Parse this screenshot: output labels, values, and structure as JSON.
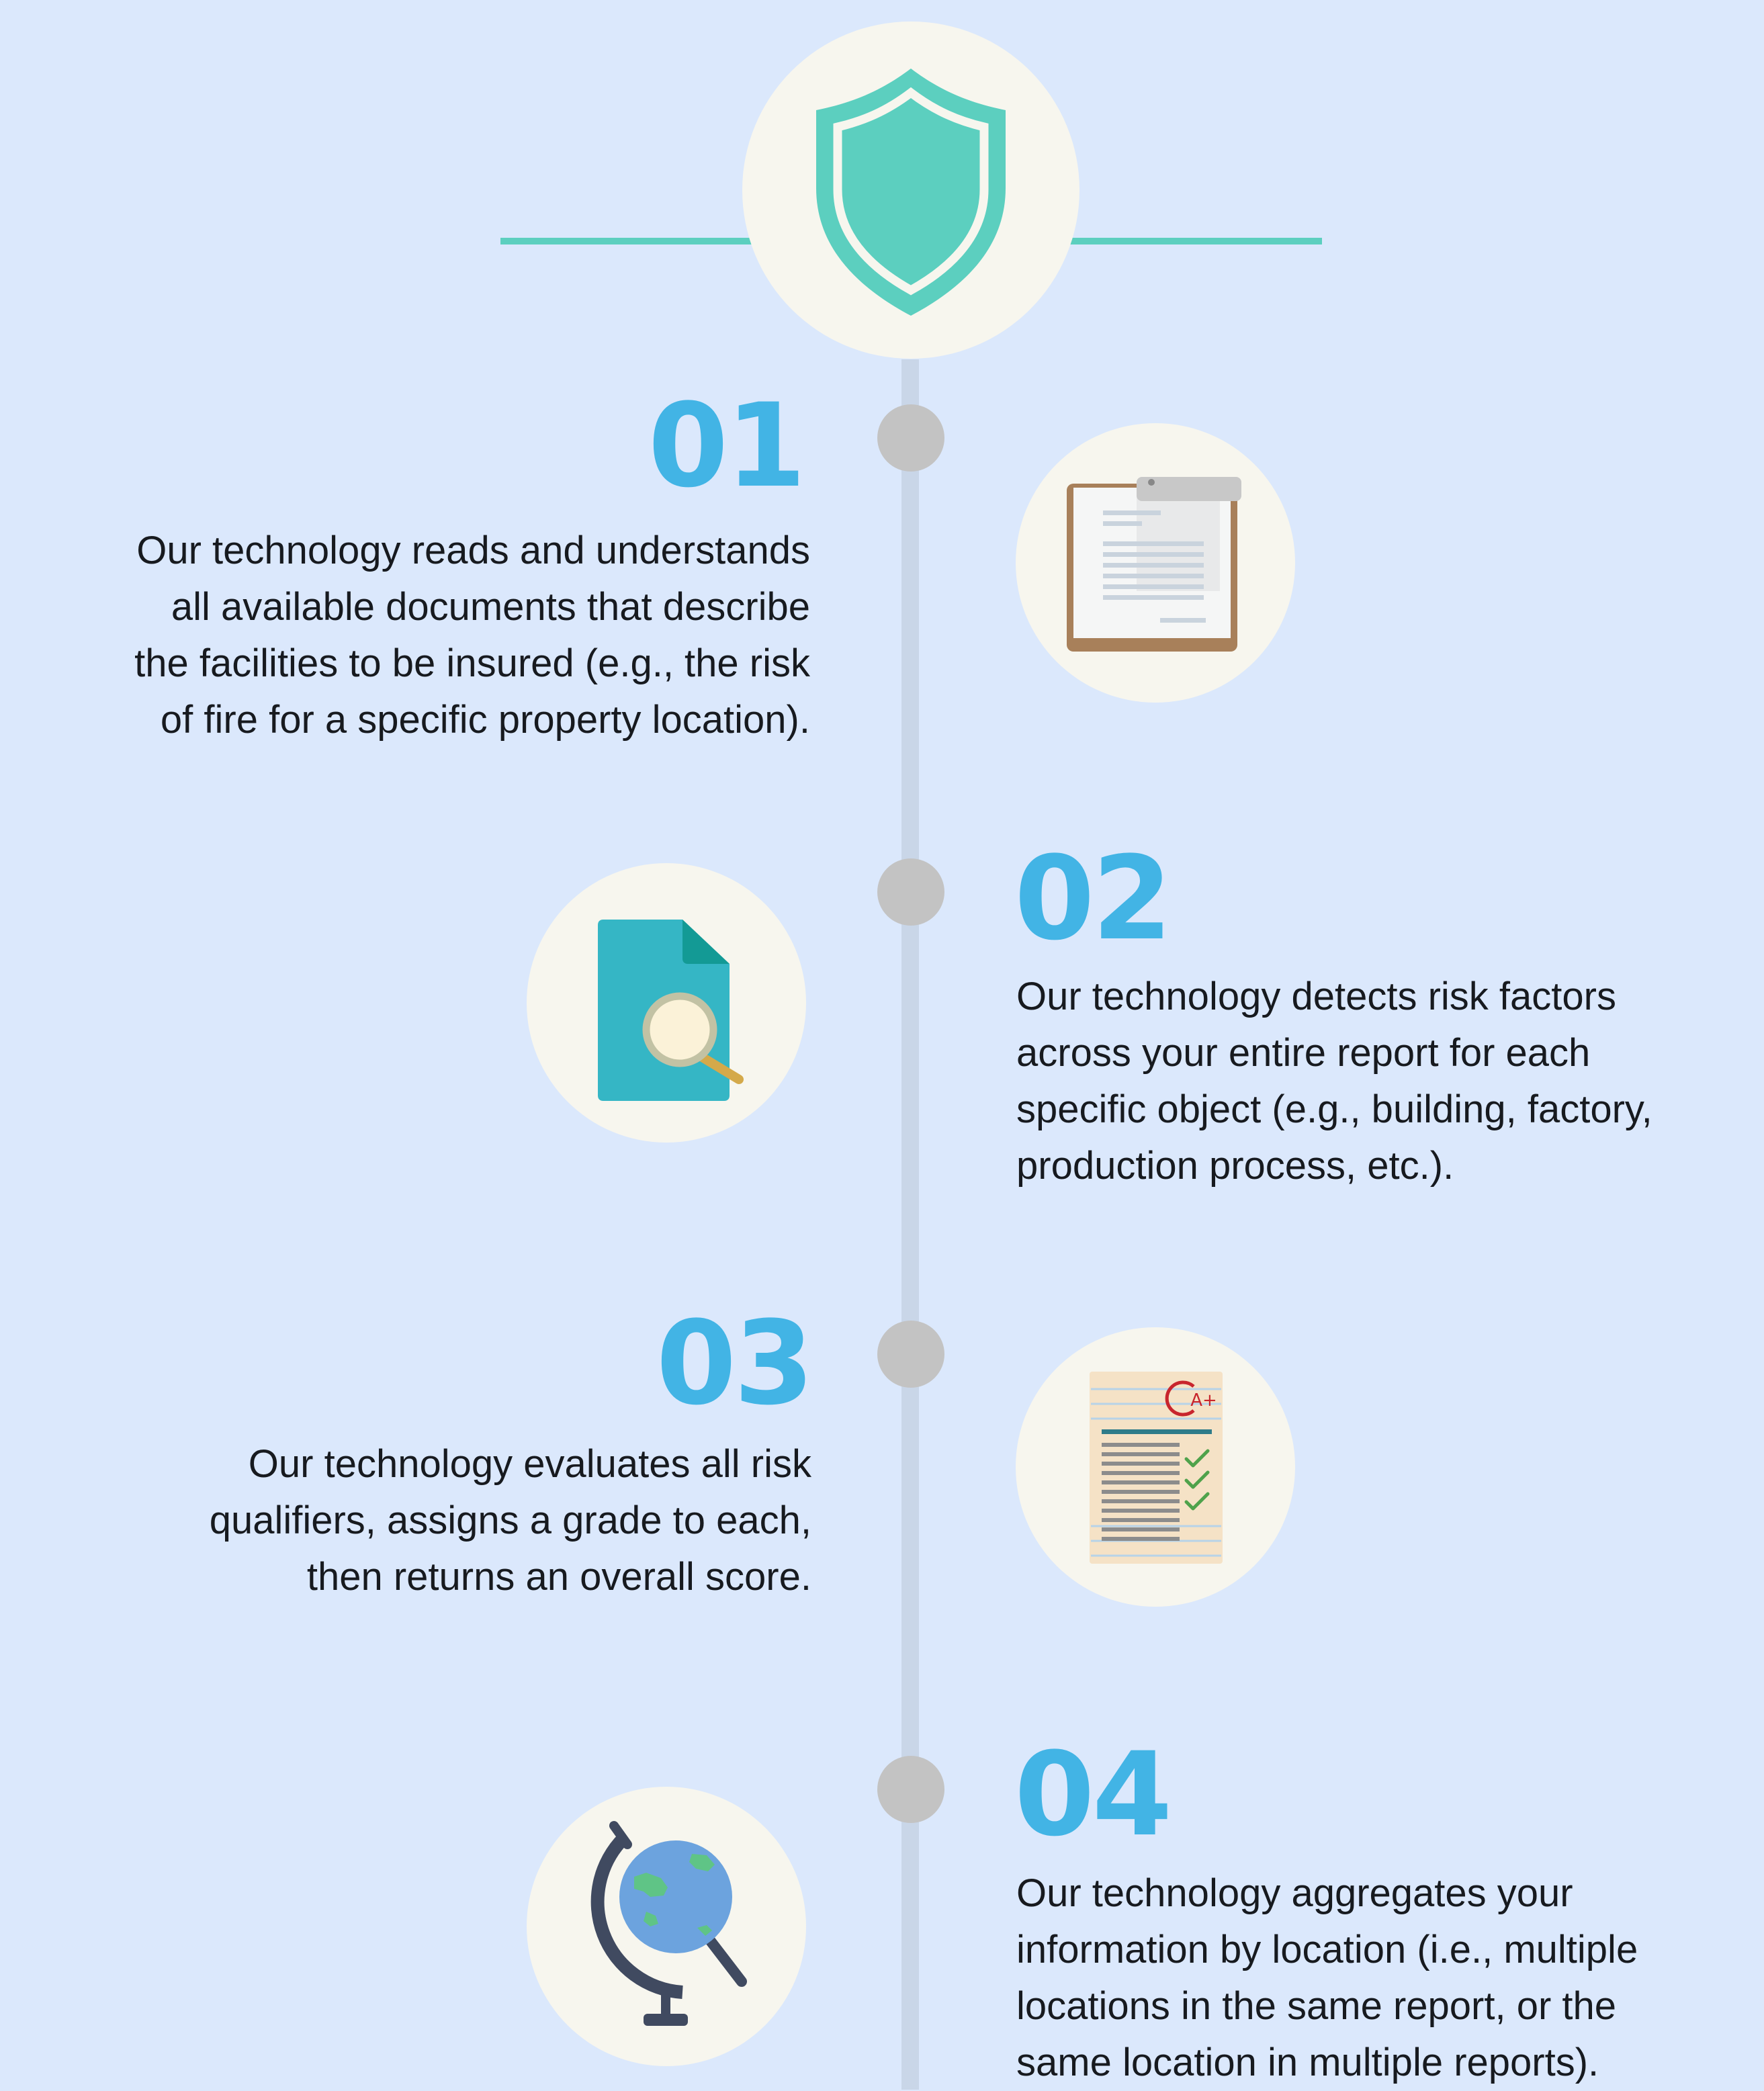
{
  "steps": [
    {
      "number": "01",
      "icon": "clipboard-icon",
      "lines": [
        "Our technology reads and understands",
        "all available documents that describe",
        "the facilities to be insured (e.g., the risk",
        "of fire for a specific property location)."
      ]
    },
    {
      "number": "02",
      "icon": "document-search-icon",
      "lines": [
        "Our technology detects risk factors",
        "across your entire report for each",
        "specific object (e.g., building, factory,",
        "production process, etc.)."
      ]
    },
    {
      "number": "03",
      "icon": "graded-test-icon",
      "grade_mark": "A+",
      "lines": [
        "Our technology evaluates all risk",
        "qualifiers, assigns a grade to each,",
        "then returns an overall score."
      ]
    },
    {
      "number": "04",
      "icon": "globe-icon",
      "lines": [
        "Our technology aggregates your",
        "information by location (i.e., multiple",
        "locations in the same report, or the",
        "same location in multiple reports)."
      ]
    }
  ],
  "header_icon": "shield-icon",
  "colors": {
    "background": "#dbe8fc",
    "accent": "#5ccfbf",
    "number": "#42b4e5",
    "timeline": "#c9d6e8",
    "dot": "#c3c3c3",
    "icon_circle": "#f7f6ee",
    "text": "#171a1f"
  }
}
